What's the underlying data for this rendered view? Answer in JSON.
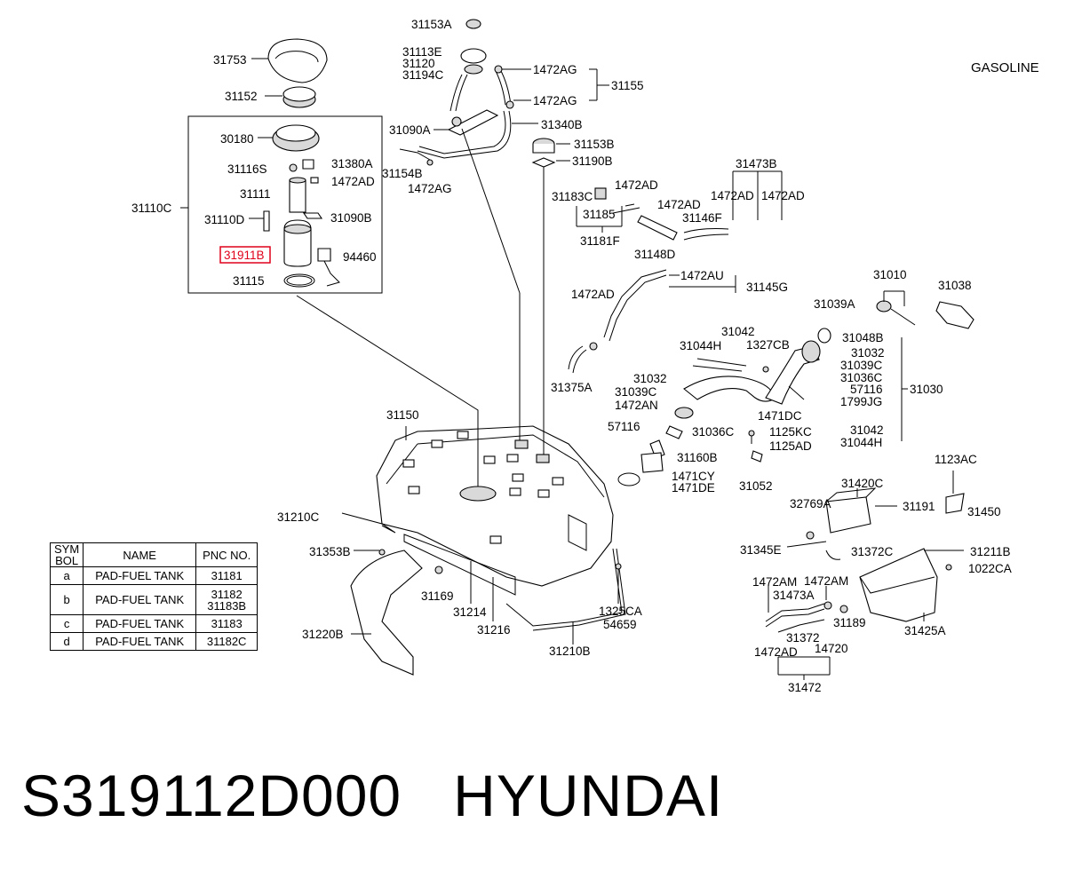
{
  "variant": "GASOLINE",
  "footer": {
    "part_number": "S319112D000",
    "brand": "HYUNDAI"
  },
  "highlight_color": "#e0001a",
  "highlighted_part": "31911B",
  "legend": {
    "headers": {
      "symbol": "SYM BOL",
      "name": "NAME",
      "pnc": "PNC NO."
    },
    "rows": [
      {
        "symbol": "a",
        "name": "PAD-FUEL TANK",
        "pnc": "31181"
      },
      {
        "symbol": "b",
        "name": "PAD-FUEL TANK",
        "pnc": "31182 31183B"
      },
      {
        "symbol": "c",
        "name": "PAD-FUEL TANK",
        "pnc": "31183"
      },
      {
        "symbol": "d",
        "name": "PAD-FUEL TANK",
        "pnc": "31182C"
      }
    ]
  },
  "callouts": [
    "31153A",
    "31113E",
    "31120",
    "31194C",
    "1472AG",
    "31155",
    "1472AG",
    "31753",
    "31152",
    "30180",
    "31116S",
    "31380A",
    "1472AD",
    "31111",
    "31110C",
    "31110D",
    "31090B",
    "31911B",
    "94460",
    "31115",
    "31090A",
    "31340B",
    "31154B",
    "1472AG",
    "31153B",
    "31190B",
    "31183C",
    "1472AD",
    "31185",
    "31181F",
    "1472AD",
    "31146F",
    "31148D",
    "31473B",
    "1472AD",
    "1472AD",
    "31010",
    "31038",
    "1472AD",
    "1472AU",
    "31145G",
    "31039A",
    "31042",
    "31044H",
    "1327CB",
    "31048B",
    "31032",
    "31039C",
    "31036C",
    "57116",
    "31030",
    "31375A",
    "31032",
    "31039C",
    "1472AN",
    "1799JG",
    "1471DC",
    "57116",
    "31036C",
    "1125KC",
    "1125AD",
    "31042",
    "31044H",
    "31160B",
    "31052",
    "1471CY",
    "1471DE",
    "31150",
    "1123AC",
    "31420C",
    "32769A",
    "31191",
    "31450",
    "31210C",
    "31345E",
    "31372C",
    "31211B",
    "1022CA",
    "31353B",
    "31169",
    "31214",
    "31216",
    "1325CA",
    "54659",
    "31210B",
    "1472AM",
    "1472AM",
    "31473A",
    "31189",
    "31425A",
    "31220B",
    "31372",
    "1472AD",
    "14720",
    "31472"
  ]
}
